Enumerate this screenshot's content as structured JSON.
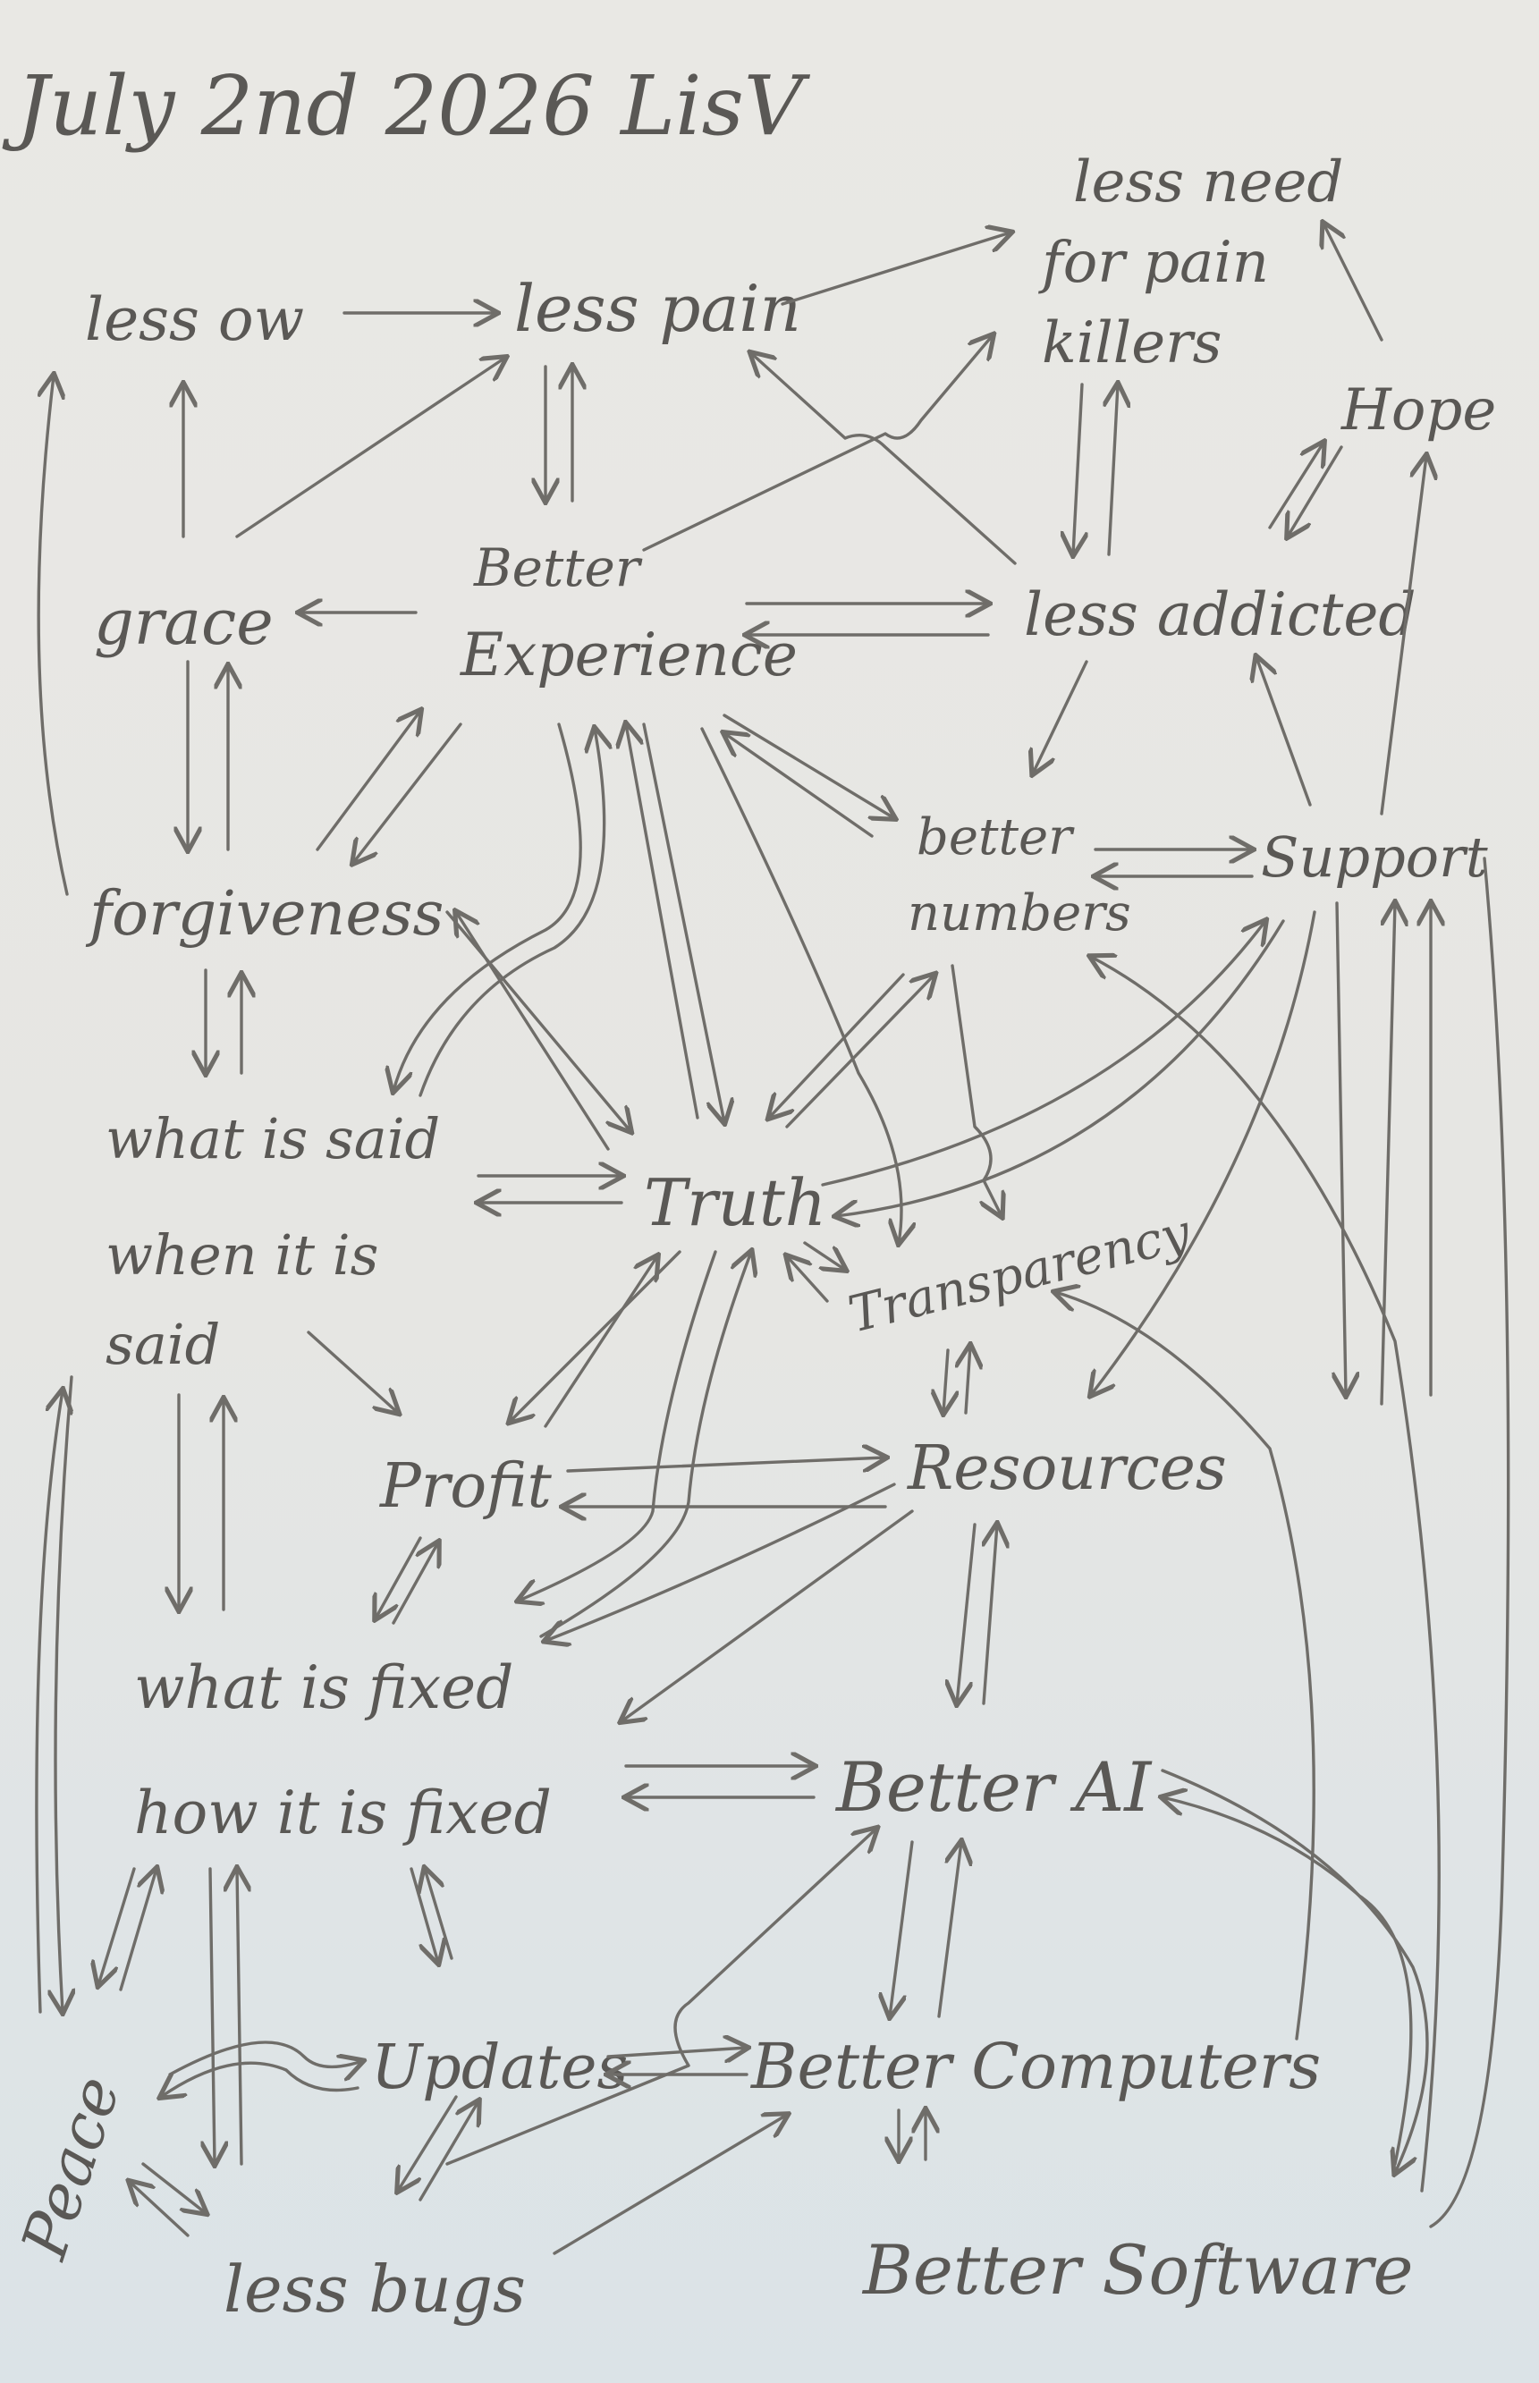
{
  "title": "July 2nd 2026 LisV",
  "colors": {
    "ink": "#5a5855",
    "line": "#6f6d69",
    "paper": "#e8e7e3"
  },
  "nodes": {
    "less_ow": "less ow",
    "less_pain": "less pain",
    "less_need_1": "less need",
    "less_need_2": "for pain",
    "less_need_3": "killers",
    "hope": "Hope",
    "grace": "grace",
    "better_exp_1": "Better",
    "better_exp_2": "Experience",
    "less_addicted": "less addicted",
    "forgiveness": "forgiveness",
    "better_numbers_1": "better",
    "better_numbers_2": "numbers",
    "support": "Support",
    "said_1": "what is said",
    "said_2": "when it is",
    "said_3": "said",
    "truth": "Truth",
    "transparency": "Transparency",
    "profit": "Profit",
    "resources": "Resources",
    "fixed_1": "what is fixed",
    "fixed_2": "how it is fixed",
    "better_ai": "Better AI",
    "peace": "Peace",
    "updates": "Updates",
    "better_computers": "Better Computers",
    "less_bugs": "less bugs",
    "better_software": "Better Software"
  }
}
